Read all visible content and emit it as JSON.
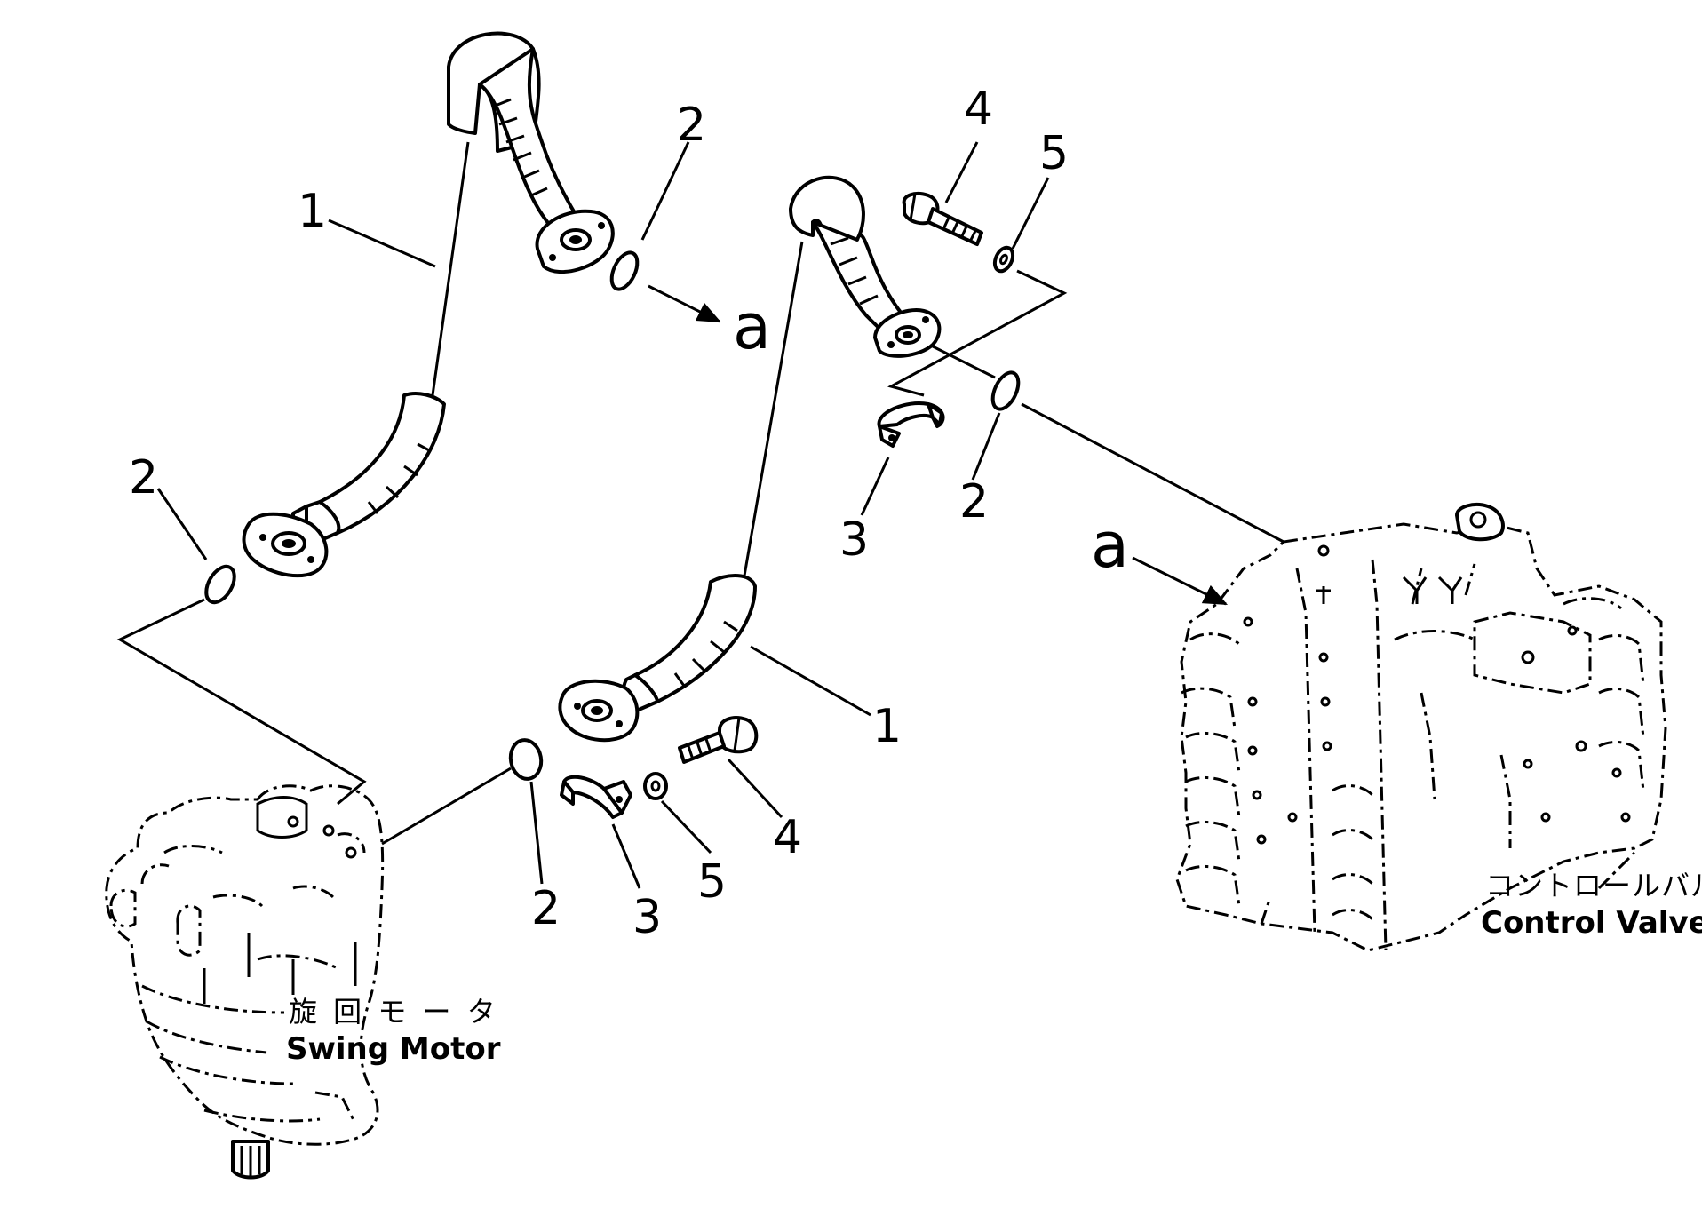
{
  "callouts": {
    "hose_upper": "1",
    "hose_lower": "1",
    "oring_left": "2",
    "oring_upper": "2",
    "oring_right": "2",
    "oring_lower": "2",
    "clamp_upper": "3",
    "clamp_lower": "3",
    "bolt_upper": "4",
    "bolt_lower": "4",
    "washer_upper": "5",
    "washer_lower": "5"
  },
  "connection_marks": {
    "arrow_a_top": "a",
    "arrow_a_valve": "a"
  },
  "components": {
    "swing_motor_jp": "旋 回 モ ー タ",
    "swing_motor_en": "Swing  Motor",
    "control_valve_jp": "コントロールバルブ",
    "control_valve_en": "Control  Valve"
  }
}
